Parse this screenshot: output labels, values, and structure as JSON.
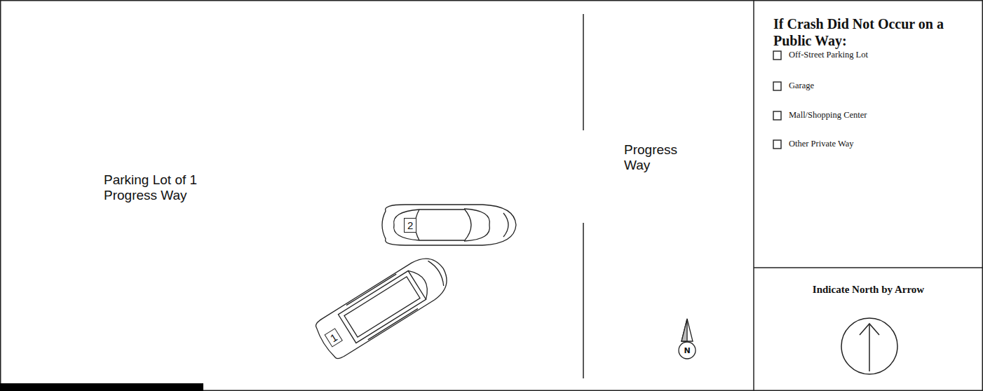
{
  "diagram": {
    "nodes": [
      {
        "text": [
          "2"
        ]
      },
      {
        "text": [
          "1"
        ]
      },
      {
        "text": [
          "N"
        ]
      },
      {
        "text": [
          "If Crash Did Not Occur on a Public Way:",
          "Off-Street Parking Lot",
          "Garage",
          "Mall/Shopping Center",
          "Other Private Way"
        ]
      },
      {
        "text": [
          "Indicate North by Arrow"
        ]
      }
    ],
    "labels": [
      "Parking Lot of 1 Progress Way",
      "Progress Way"
    ]
  }
}
